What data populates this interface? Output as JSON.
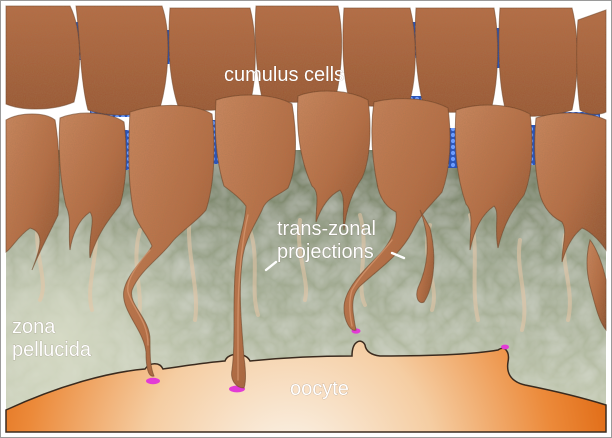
{
  "labels": {
    "cumulus": "cumulus cells",
    "tzp_line1": "trans-zonal",
    "tzp_line2": "projections",
    "zona_line1": "zona",
    "zona_line2": "pellucida",
    "oocyte": "oocyte"
  },
  "colors": {
    "cell_light": "#c57b52",
    "cell_dark": "#7a3f22",
    "gap_junction": "#3f6fd8",
    "zona_light": "#b7bfa4",
    "zona_dark": "#5e6a52",
    "oocyte_edge": "#e8761c",
    "oocyte_center": "#fbf6ee",
    "contact_point": "#e23bd6",
    "frame": "#9a9a9a"
  }
}
